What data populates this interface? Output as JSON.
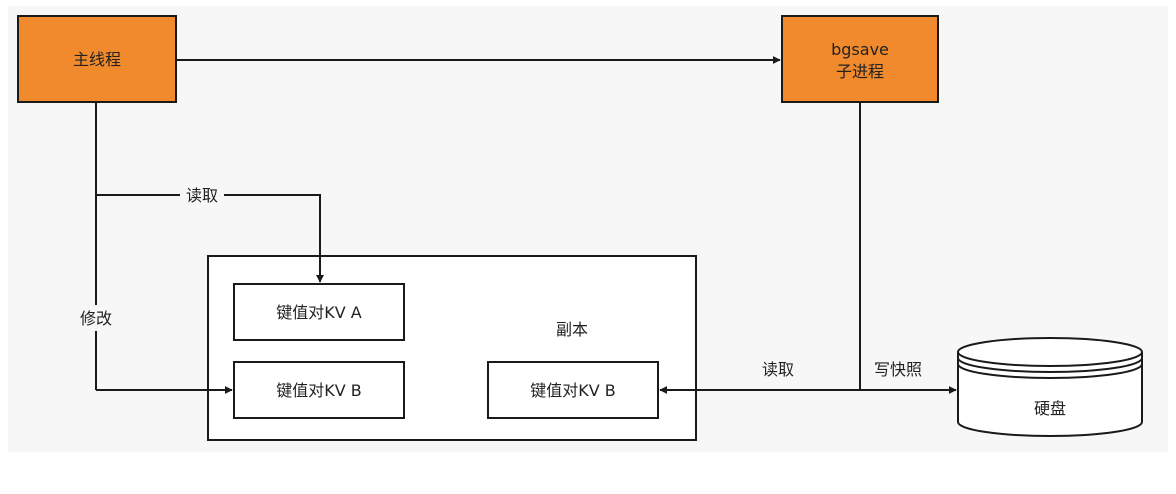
{
  "colors": {
    "background": "#f7f7f7",
    "process_fill": "#f08a2c",
    "stroke": "#1a1a1a",
    "box_fill": "#ffffff"
  },
  "nodes": {
    "main_thread": {
      "label": "主线程"
    },
    "bgsave": {
      "label_line1": "bgsave",
      "label_line2": "子进程"
    },
    "kv_a": {
      "label": "键值对KV A"
    },
    "kv_b": {
      "label": "键值对KV B"
    },
    "copy_region": {
      "label": "副本"
    },
    "kv_b_copy": {
      "label": "键值对KV B"
    },
    "disk": {
      "label": "硬盘"
    }
  },
  "edges": {
    "read_a": {
      "label": "读取"
    },
    "modify_b": {
      "label": "修改"
    },
    "read_copy": {
      "label": "读取"
    },
    "write_snapshot": {
      "label": "写快照"
    }
  }
}
